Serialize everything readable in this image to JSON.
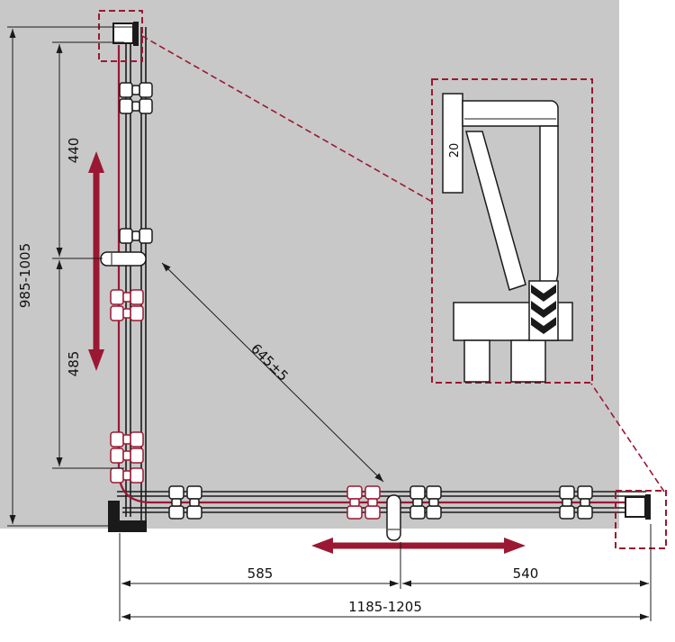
{
  "diagram": {
    "labels": {
      "overall_height": "985-1005",
      "upper_segment": "440",
      "lower_segment": "485",
      "diagonal": "645±5",
      "detail_depth": "20",
      "bottom_left_segment": "585",
      "bottom_right_segment": "540",
      "overall_width": "1185-1205"
    },
    "colors": {
      "accent": "#9a1832",
      "wall": "#c8c8c8",
      "line": "#1a1a1a"
    }
  }
}
